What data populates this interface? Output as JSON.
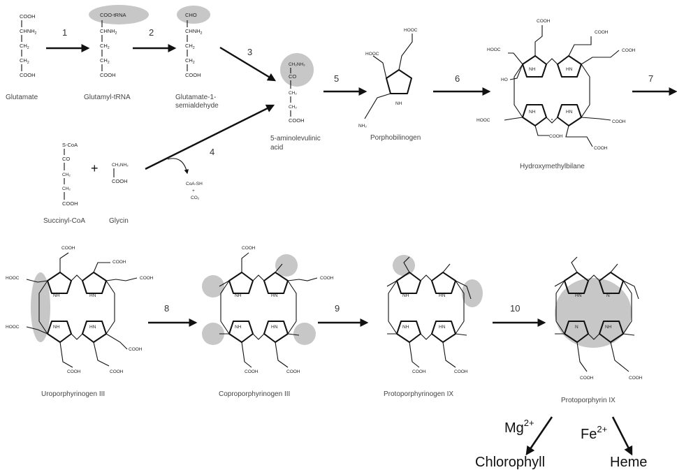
{
  "molecules": {
    "glutamate": {
      "name": "Glutamate",
      "top": "COOH",
      "amine": "CHNH",
      "ch2a": "CH",
      "ch2b": "CH",
      "bottom": "COOH"
    },
    "glutamyl_trna": {
      "name": "Glutamyl-tRNA",
      "top": "COO-tRNA",
      "amine": "CHNH",
      "ch2a": "CH",
      "ch2b": "CH",
      "bottom": "COOH"
    },
    "glutamate_semialdehyde": {
      "name_line1": "Glutamate-1-",
      "name_line2": "semialdehyde",
      "top": "CHO",
      "amine": "CHNH",
      "ch2a": "CH",
      "ch2b": "CH",
      "bottom": "COOH"
    },
    "ala": {
      "name_line1": "5-aminolevulinic",
      "name_line2": "acid",
      "top": "CH₂NH₂",
      "co": "CO",
      "ch2a": "CH₂",
      "ch2b": "CH₂",
      "bottom": "COOH"
    },
    "succinyl_coa": {
      "name": "Succinyl-CoA",
      "top": "S-CoA",
      "co": "CO",
      "ch2a": "CH₂",
      "ch2b": "CH₂",
      "bottom": "COOH"
    },
    "glycin": {
      "name": "Glycin",
      "top": "CH₂NH₂",
      "bottom": "COOH"
    },
    "coa_release": {
      "line1": "CoA-SH",
      "line2": "+",
      "line3": "CO₂"
    },
    "porphobilinogen": {
      "name": "Porphobilinogen",
      "cooh_left": "HOOC",
      "cooh_right": "HOOC",
      "nh": "NH",
      "nh2": "NH₂"
    },
    "hydroxymethylbilane": {
      "name": "Hydroxymethylbilane",
      "ho": "HO",
      "nh": "NH",
      "hn": "HN",
      "cooh": "COOH",
      "hooc": "HOOC"
    },
    "uroporphyrinogen": {
      "name": "Uroporphyrinogen III",
      "nh": "NH",
      "hn": "HN",
      "cooh": "COOH",
      "hooc": "HOOC"
    },
    "coproporphyrinogen": {
      "name": "Coproporphyrinogen III",
      "nh": "NH",
      "hn": "HN",
      "cooh": "COOH"
    },
    "protoporphyrinogen": {
      "name": "Protoporphyrinogen IX",
      "nh": "NH",
      "hn": "HN",
      "cooh": "COOH"
    },
    "protoporphyrin": {
      "name": "Protoporphyrin IX",
      "n": "N",
      "hn": "HN",
      "nh": "NH",
      "cooh": "COOH"
    }
  },
  "plus_sign": "+",
  "steps": [
    "1",
    "2",
    "3",
    "4",
    "5",
    "6",
    "7",
    "8",
    "9",
    "10"
  ],
  "products": {
    "chlorophyll": {
      "ion": "Mg",
      "charge": "2+",
      "name": "Chlorophyll"
    },
    "heme": {
      "ion": "Fe",
      "charge": "2+",
      "name": "Heme"
    }
  }
}
